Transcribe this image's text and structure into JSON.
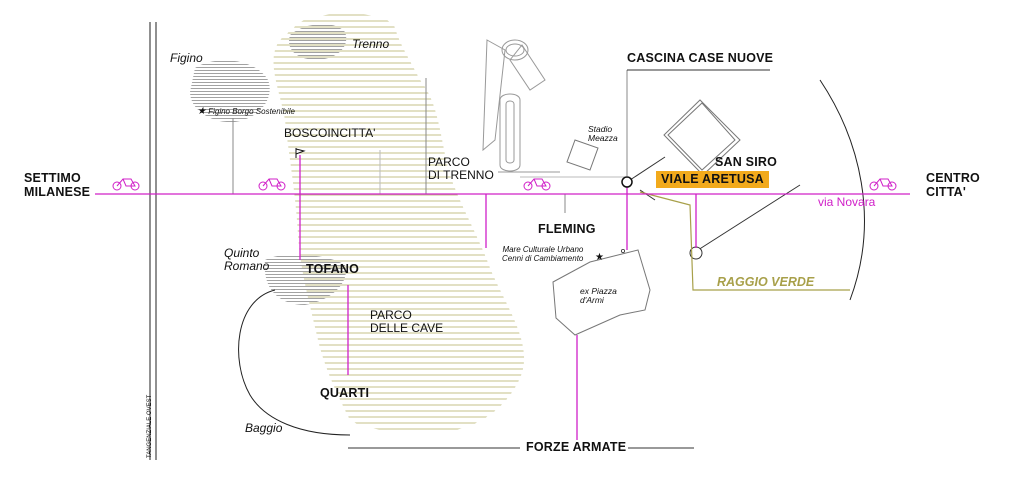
{
  "places": {
    "settimo": "SETTIMO\nMILANESE",
    "centro": "CENTRO\nCITTA'",
    "figino": "Figino",
    "figino_borgo": "Figino Borgo Sostenibile",
    "trenno": "Trenno",
    "boscoincitta": "BOSCOINCITTA'",
    "parco_trenno": "PARCO\nDI TRENNO",
    "quinto_romano": "Quinto\nRomano",
    "tofano": "TOFANO",
    "parco_cave": "PARCO\nDELLE CAVE",
    "quarti": "QUARTI",
    "baggio": "Baggio",
    "tangenziale": "TANGENZIALE OVEST",
    "cascina": "CASCINA CASE NUOVE",
    "stadio": "Stadio\nMeazza",
    "san_siro": "SAN SIRO",
    "viale_aretusa": "VIALE ARETUSA",
    "via_novara": "via Novara",
    "fleming": "FLEMING",
    "mare_culturale": "Mare Culturale Urbano\nCenni di Cambiamento",
    "piazza_armi": "ex Piazza\nd'Armi",
    "raggio_verde": "RAGGIO VERDE",
    "forze_armate": "FORZE ARMATE"
  },
  "colors": {
    "route": "#d020c8",
    "green_ray": "#a8a04a",
    "park_hatch": "#c4c28a",
    "dark_hatch": "#8a8a8a",
    "badge": "#f2aa1c"
  },
  "icons": {
    "bike": "bicycle-icon",
    "star": "star-icon",
    "flag": "flag-icon"
  }
}
